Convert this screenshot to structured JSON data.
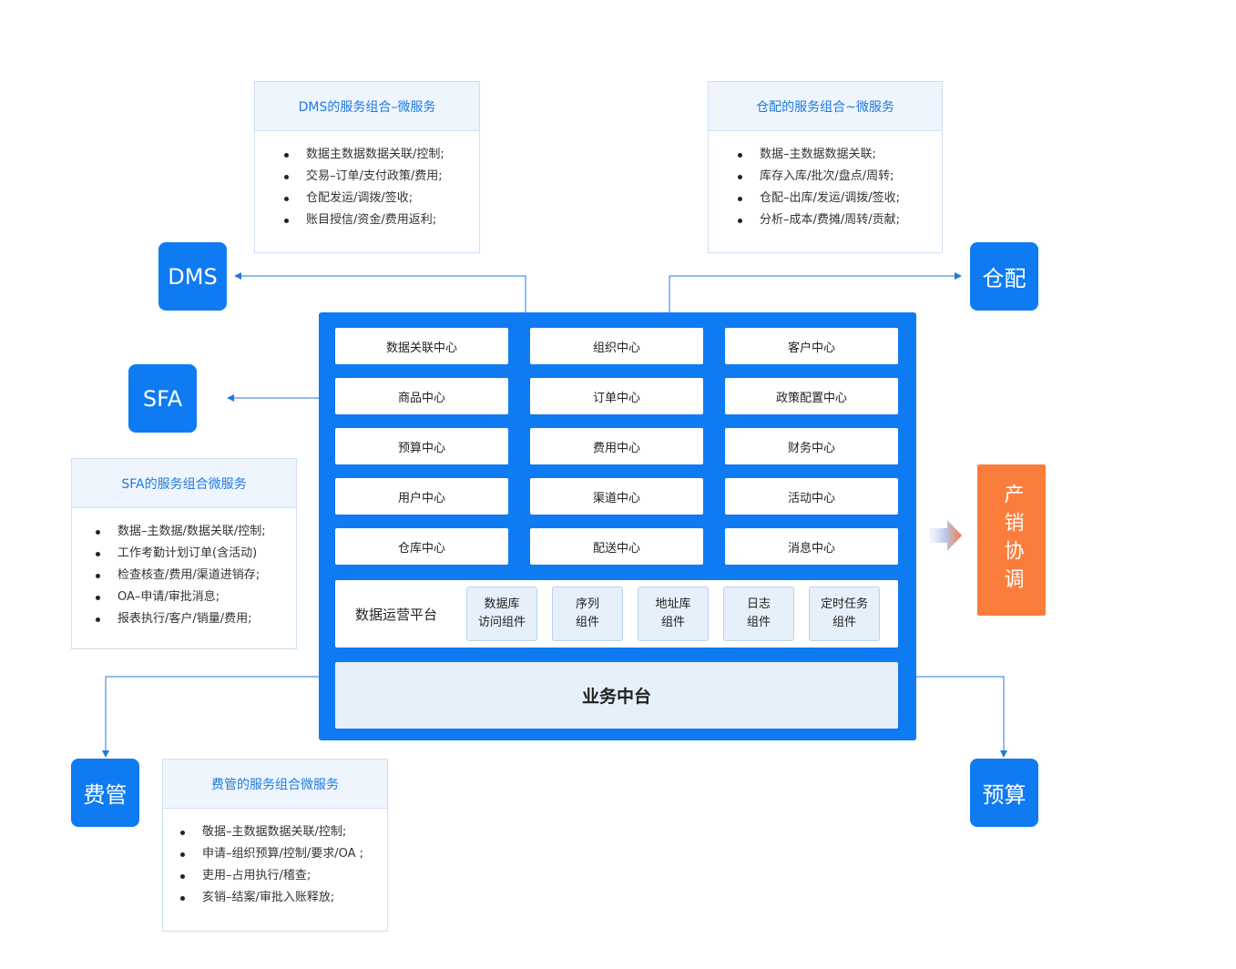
{
  "dms_box": {
    "title": "DMS的服务组合–微服务",
    "items": [
      "数据主数据数据关联/控制;",
      "交易–订单/支付政策/费用;",
      "仓配发运/调拨/签收;",
      "账目授信/资金/费用返利;"
    ]
  },
  "wh_box": {
    "title": "仓配的服务组合~微服务",
    "items": [
      "数据–主数据数据关联;",
      "库存入库/批次/盘点/周转;",
      "仓配–出库/发运/调拨/签收;",
      "分析–成本/费摊/周转/贡献;"
    ]
  },
  "sfa_box": {
    "title": "SFA的服务组合微服务",
    "items": [
      "数据–主数据/数据关联/控制;",
      "工作考勤计划订单(含活动)",
      "检查核查/费用/渠道进销存;",
      "OA–申请/审批消息;",
      "报表执行/客户/销量/费用;"
    ]
  },
  "fee_box": {
    "title": "费管的服务组合微服务",
    "items": [
      "敬据–主数据数据关联/控制;",
      "申请–组织预算/控制/要求/OA ;",
      "吏用–占用执行/稽查;",
      "亥销–结案/审批入账释放;"
    ]
  },
  "tiles": {
    "dms": "DMS",
    "warehouse": "仓配",
    "sfa": "SFA",
    "fee": "费管",
    "budget": "预算"
  },
  "centers": [
    [
      "数据关联中心",
      "组织中心",
      "客户中心"
    ],
    [
      "商品中心",
      "订单中心",
      "政策配置中心"
    ],
    [
      "预算中心",
      "费用中心",
      "财务中心"
    ],
    [
      "用户中心",
      "渠道中心",
      "活动中心"
    ],
    [
      "仓库中心",
      "配送中心",
      "消息中心"
    ]
  ],
  "ops_platform": {
    "label": "数据运营平台",
    "components": [
      [
        "数据库",
        "访问组件"
      ],
      [
        "序列",
        "组件"
      ],
      [
        "地址库",
        "组件"
      ],
      [
        "日志",
        "组件"
      ],
      [
        "定时任务",
        "组件"
      ]
    ]
  },
  "business_platform": "业务中台",
  "coordination": "产销协调",
  "colors": {
    "primary": "#0f7bf2",
    "accent": "#fb7d3c",
    "title_blue": "#1f7ae0",
    "light_bg": "#e6f0fb"
  }
}
